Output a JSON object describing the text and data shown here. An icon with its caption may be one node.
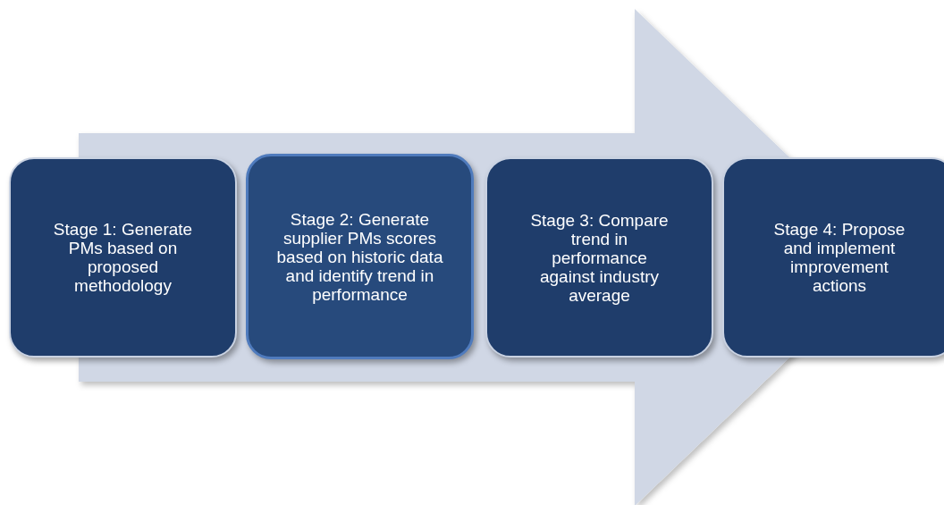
{
  "diagram": {
    "nodes": [
      {
        "text": [
          "Stage 1: Generate PMs based on proposed methodology"
        ]
      },
      {
        "text": [
          "Stage 2: Generate supplier PMs scores based on historic data  and identify trend in performance"
        ]
      },
      {
        "text": [
          "Stage 3: Compare trend in performance against industry average"
        ]
      },
      {
        "text": [
          "Stage 4: Propose and implement improvement actions"
        ]
      }
    ],
    "edges": [
      {
        "from": 0,
        "to": 3,
        "arrow": "to",
        "style": "thick"
      }
    ]
  }
}
